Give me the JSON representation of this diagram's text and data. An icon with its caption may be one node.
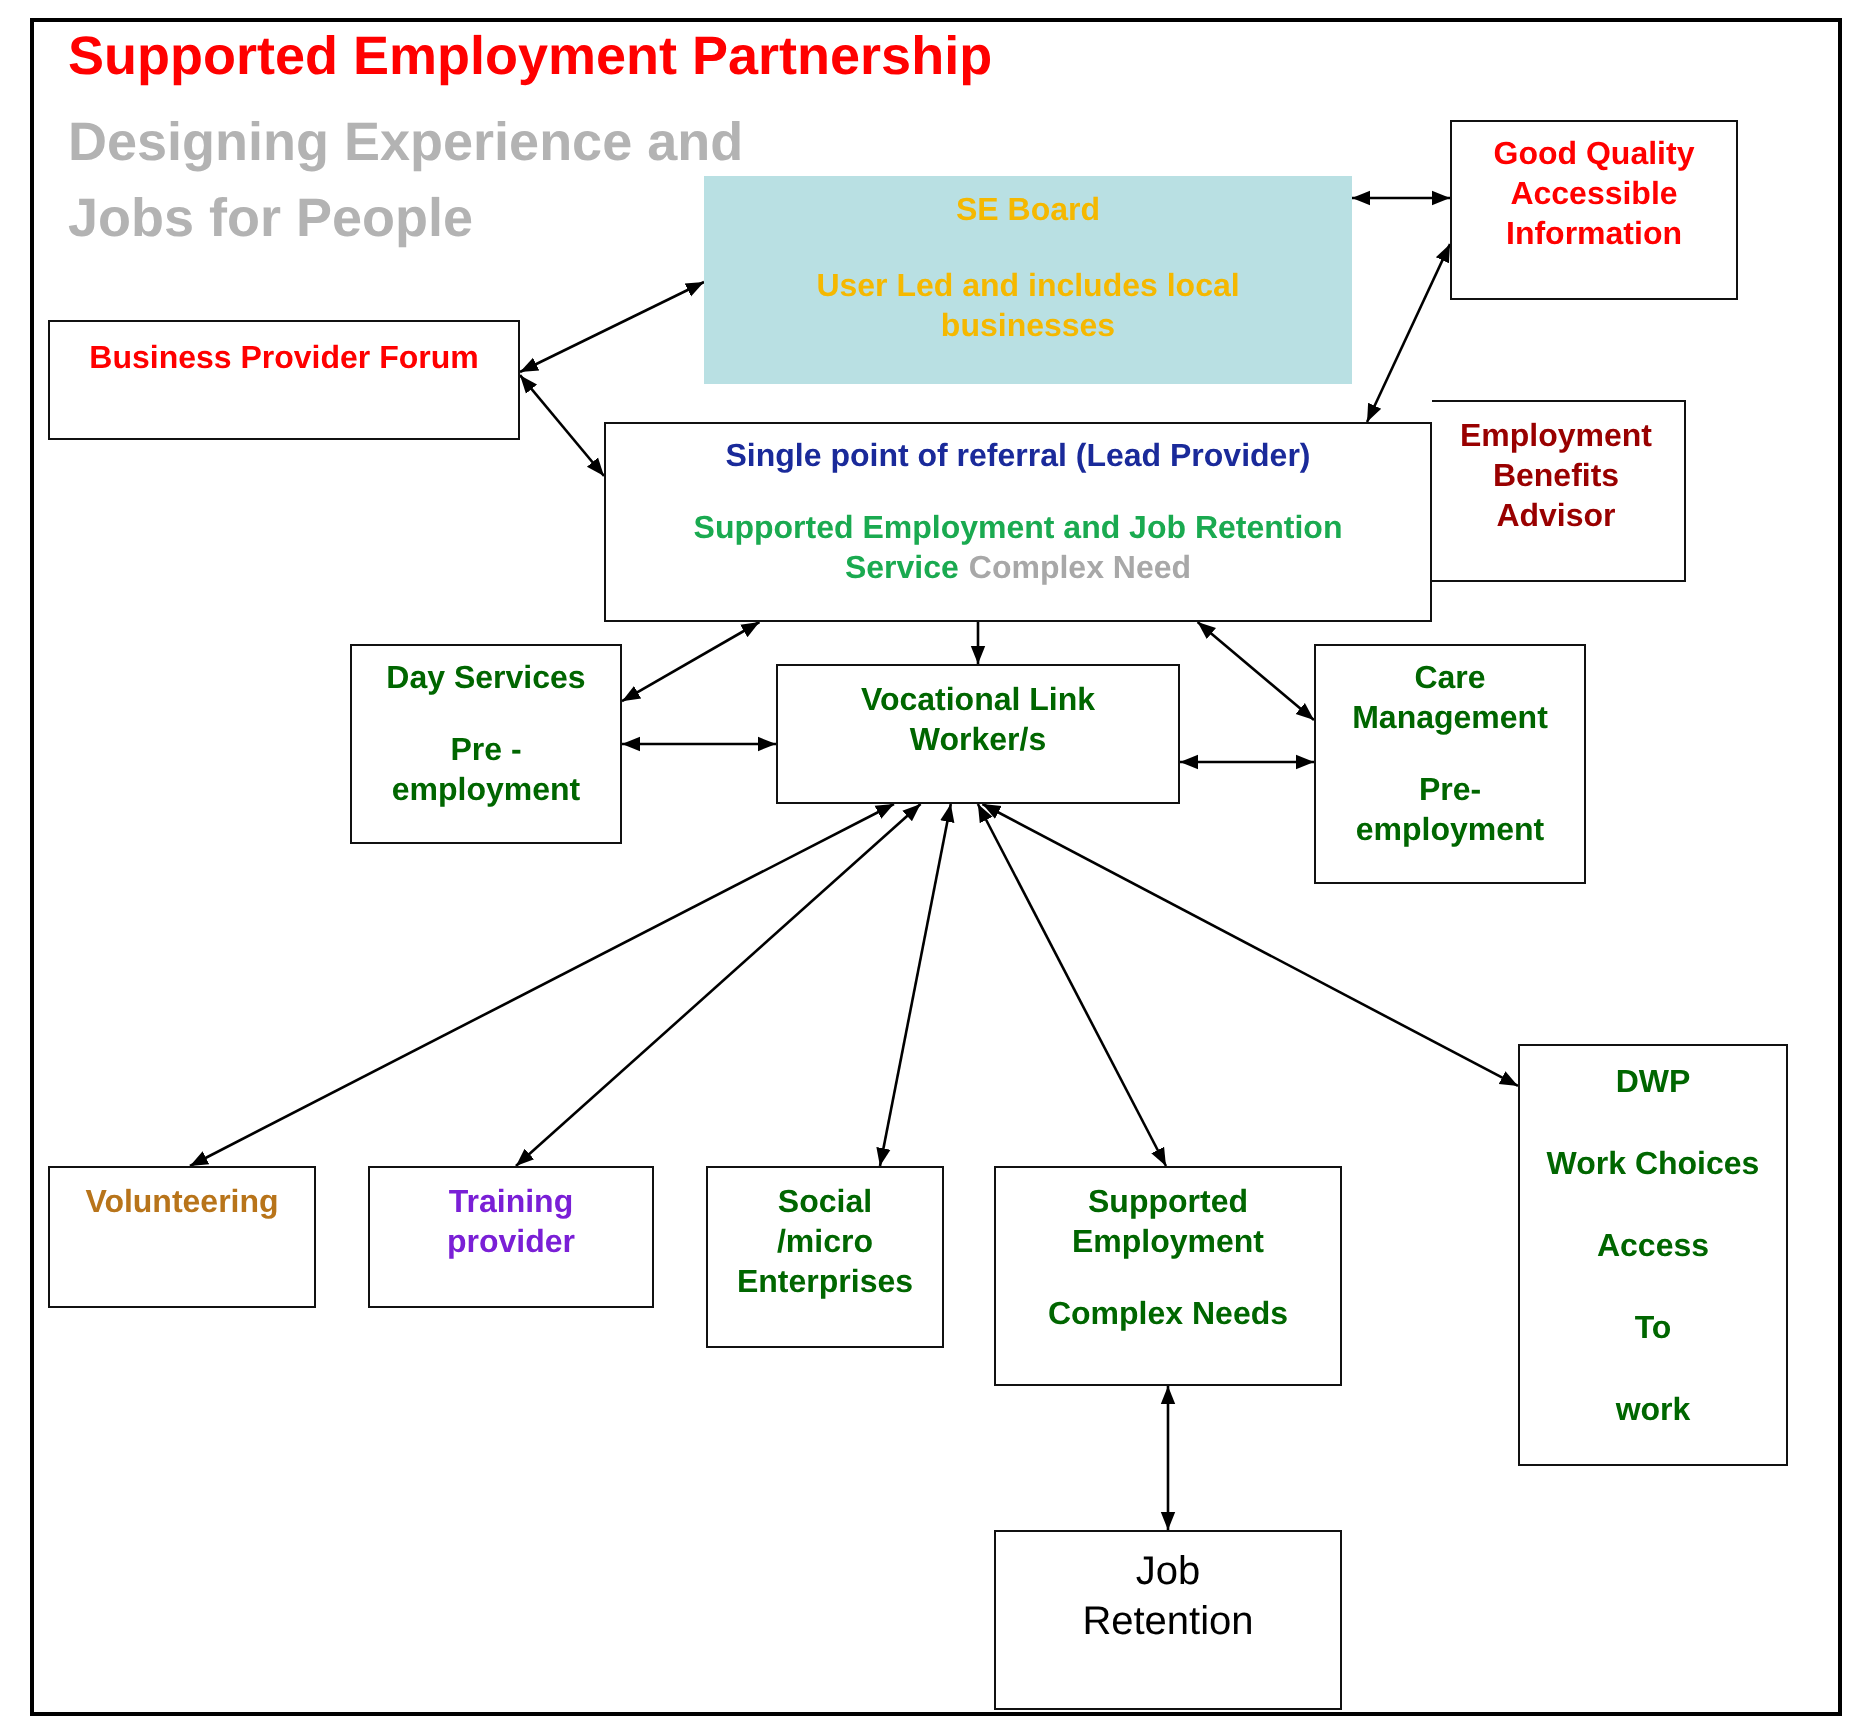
{
  "diagram": {
    "title": "Supported Employment Partnership",
    "labels": [
      "Designing Experience and Jobs for People"
    ],
    "nodes": [
      {
        "text": [
          "SE Board",
          "User Led and includes local businesses"
        ]
      },
      {
        "text": [
          "Good Quality Accessible Information"
        ]
      },
      {
        "text": [
          "Business Provider Forum"
        ]
      },
      {
        "text": [
          "Employment Benefits Advisor"
        ]
      },
      {
        "text": [
          "Single point of referral (Lead Provider)",
          "Supported Employment and Job Retention Service",
          "Complex Need"
        ]
      },
      {
        "text": [
          "Day Services",
          "Pre - employment"
        ]
      },
      {
        "text": [
          "Vocational Link Worker/s"
        ]
      },
      {
        "text": [
          "Care Management",
          "Pre- employment"
        ]
      },
      {
        "text": [
          "Volunteering"
        ]
      },
      {
        "text": [
          "Training provider"
        ]
      },
      {
        "text": [
          "Social /micro Enterprises"
        ]
      },
      {
        "text": [
          "Supported Employment",
          "Complex Needs"
        ]
      },
      {
        "text": [
          "DWP",
          "Work Choices",
          "Access",
          "To",
          "work"
        ]
      },
      {
        "text": [
          "Job Retention"
        ]
      }
    ],
    "edges": [
      {
        "from": 0,
        "to": 1,
        "arrow": "both"
      },
      {
        "from": 2,
        "to": 0,
        "arrow": "both"
      },
      {
        "from": 2,
        "to": 4,
        "arrow": "both"
      },
      {
        "from": 1,
        "to": 4,
        "arrow": "both"
      },
      {
        "from": 4,
        "to": 6,
        "arrow": "to"
      },
      {
        "from": 4,
        "to": 5,
        "arrow": "both"
      },
      {
        "from": 4,
        "to": 7,
        "arrow": "both"
      },
      {
        "from": 5,
        "to": 6,
        "arrow": "both"
      },
      {
        "from": 6,
        "to": 7,
        "arrow": "both"
      },
      {
        "from": 6,
        "to": 8,
        "arrow": "both"
      },
      {
        "from": 6,
        "to": 9,
        "arrow": "both"
      },
      {
        "from": 6,
        "to": 10,
        "arrow": "both"
      },
      {
        "from": 6,
        "to": 11,
        "arrow": "both"
      },
      {
        "from": 6,
        "to": 12,
        "arrow": "both"
      },
      {
        "from": 11,
        "to": 13,
        "arrow": "both"
      }
    ]
  }
}
